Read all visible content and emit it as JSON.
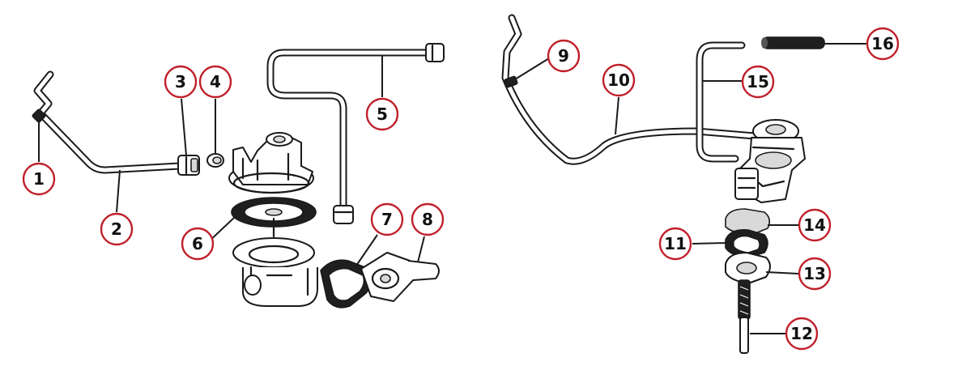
{
  "colors": {
    "callout_ring": "#c0202a",
    "line": "#1a1a1a"
  },
  "callouts": [
    {
      "label": "1"
    },
    {
      "label": "2"
    },
    {
      "label": "3"
    },
    {
      "label": "4"
    },
    {
      "label": "5"
    },
    {
      "label": "6"
    },
    {
      "label": "7"
    },
    {
      "label": "8"
    },
    {
      "label": "9"
    },
    {
      "label": "10"
    },
    {
      "label": "11"
    },
    {
      "label": "12"
    },
    {
      "label": "13"
    },
    {
      "label": "14"
    },
    {
      "label": "15"
    },
    {
      "label": "16"
    }
  ]
}
